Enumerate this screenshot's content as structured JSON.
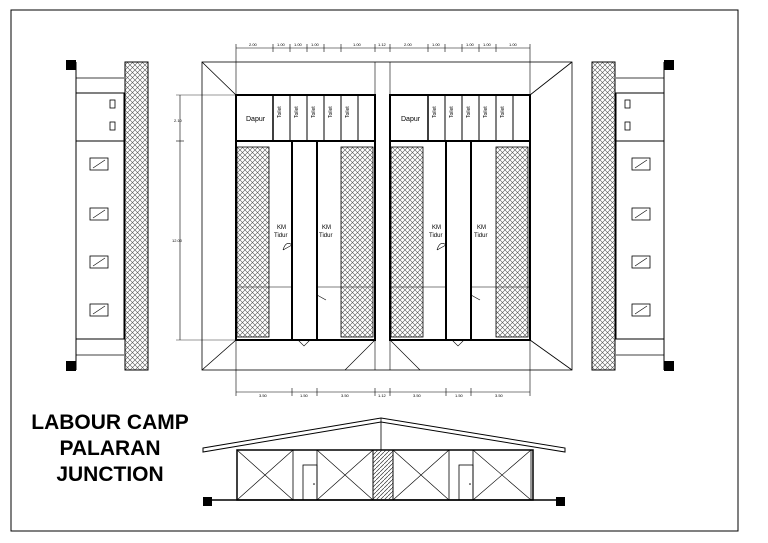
{
  "title": {
    "line1": "LABOUR CAMP",
    "line2": "PALARAN",
    "line3": "JUNCTION"
  },
  "floor_plan": {
    "units": [
      {
        "kitchen_label": "Dapur",
        "toilet_labels": [
          "Toilet",
          "Toilet",
          "Toilet",
          "Toilet",
          "Toilet"
        ],
        "bedroom_labels": [
          {
            "line1": "KM",
            "line2": "Tidur"
          },
          {
            "line1": "KM",
            "line2": "Tidur"
          }
        ]
      },
      {
        "kitchen_label": "Dapur",
        "toilet_labels": [
          "Toilet",
          "Toilet",
          "Toilet",
          "Toilet",
          "Toilet"
        ],
        "bedroom_labels": [
          {
            "line1": "KM",
            "line2": "Tidur"
          },
          {
            "line1": "KM",
            "line2": "Tidur"
          }
        ]
      }
    ],
    "dimensions": {
      "top": [
        "2.00",
        "1.00",
        "1.00",
        "1.00",
        "1.00",
        "1.12",
        "2.00",
        "1.00",
        "1.00",
        "1.00",
        "1.00"
      ],
      "bottom": [
        "3.50",
        "1.50",
        "3.50",
        "1.12",
        "3.50",
        "1.50",
        "3.50"
      ],
      "left": [
        "2.10",
        "12.00"
      ]
    }
  },
  "colors": {
    "line": "#000000",
    "background": "#ffffff",
    "hatch": "#555555"
  }
}
